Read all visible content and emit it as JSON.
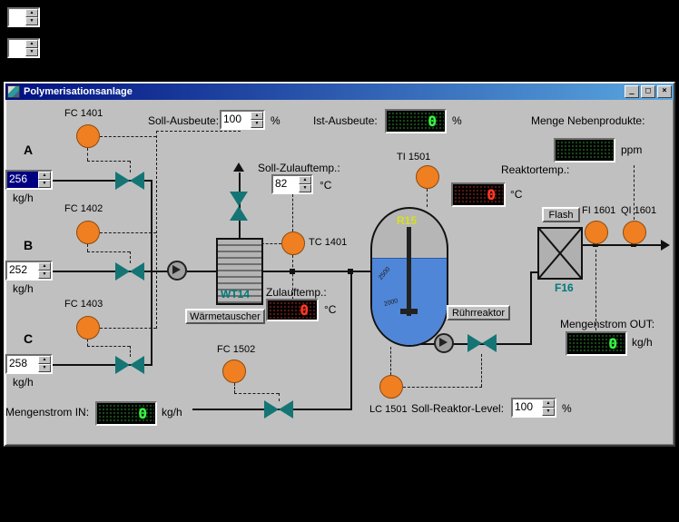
{
  "colors": {
    "titlebar_start": "#000f80",
    "titlebar_end": "#5aa8e0",
    "window_bg": "#c0c0c0",
    "instrument_orange": "#f07f21",
    "valve_teal": "#157575",
    "led_green": "#3cf04a",
    "led_red": "#ff3a28",
    "liquid_blue": "#4f86d8",
    "tag_teal": "#007a7a",
    "reactor_tag_yellow": "#d9e021"
  },
  "icons": {
    "spin_up": "▲",
    "spin_down": "▼"
  },
  "window": {
    "title": "Polymerisationsanlage",
    "minimize": "_",
    "maximize": "□",
    "close": "×"
  },
  "yield": {
    "soll_label": "Soll-Ausbeute:",
    "soll_value": "100",
    "soll_unit": "%",
    "ist_label": "Ist-Ausbeute:",
    "ist_value": "0",
    "ist_unit": "%"
  },
  "byproducts": {
    "label": "Menge Nebenprodukte:",
    "value": "",
    "unit": "ppm"
  },
  "feeds": [
    {
      "stream": "A",
      "tag": "FC 1401",
      "value": "256",
      "unit": "kg/h"
    },
    {
      "stream": "B",
      "tag": "FC 1402",
      "value": "252",
      "unit": "kg/h"
    },
    {
      "stream": "C",
      "tag": "FC 1403",
      "value": "258",
      "unit": "kg/h"
    }
  ],
  "heat_exchanger": {
    "tag": "WT14",
    "button": "Wärmetauscher",
    "soll_zulauftemp_label": "Soll-Zulauftemp.:",
    "soll_zulauftemp_value": "82",
    "temp_unit": "°C",
    "tc_tag": "TC 1401",
    "zulauftemp_label": "Zulauftemp.:",
    "zulauftemp_value": "0"
  },
  "feed2": {
    "tag": "FC 1502"
  },
  "mengenstrom_in": {
    "label": "Mengenstrom IN:",
    "value": "0",
    "unit": "kg/h"
  },
  "reactor": {
    "tag": "R15",
    "ti_tag": "TI 1501",
    "temp_label": "Reaktortemp.:",
    "temp_value": "0",
    "temp_unit": "°C",
    "button": "Rührreaktor",
    "lc_tag": "LC 1501",
    "level_label": "Soll-Reaktor-Level:",
    "level_value": "100",
    "level_unit": "%",
    "scale": [
      "2500",
      "2000"
    ]
  },
  "flash": {
    "button": "Flash",
    "tag": "F16",
    "fi_tag": "FI 1601",
    "qi_tag": "QI 1601"
  },
  "mengenstrom_out": {
    "label": "Mengenstrom OUT:",
    "value": "0",
    "unit": "kg/h"
  }
}
